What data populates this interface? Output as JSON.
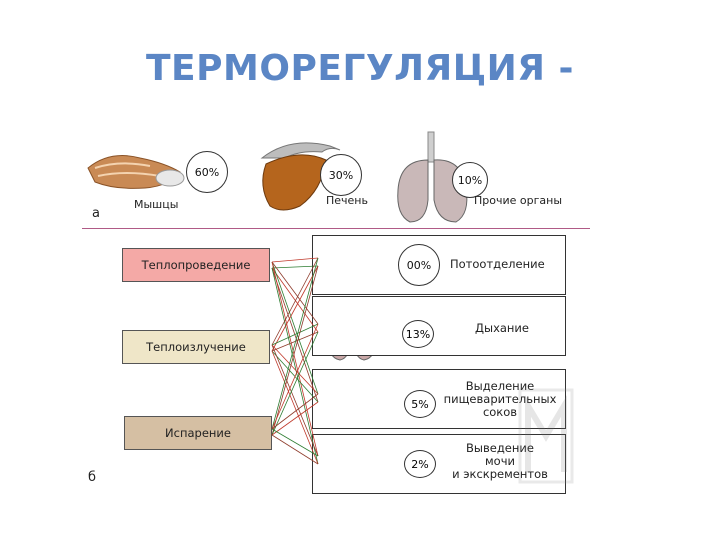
{
  "title": "ТЕРМОРЕГУЛЯЦИЯ -",
  "panel_a": {
    "letter": "а",
    "items": [
      {
        "label": "Мышцы",
        "percent": "60%"
      },
      {
        "label": "Печень",
        "percent": "30%"
      },
      {
        "label": "Прочие органы",
        "percent": "10%"
      }
    ]
  },
  "panel_b": {
    "letter": "б",
    "sources": [
      {
        "label": "Теплопроведение",
        "color": "#f4a9a6"
      },
      {
        "label": "Теплоизлучение",
        "color": "#efe6c8"
      },
      {
        "label": "Испарение",
        "color": "#d5bfa3"
      }
    ],
    "targets": [
      {
        "label": "Потоотделение",
        "percent": "00%"
      },
      {
        "label": "Дыхание",
        "percent": "13%"
      },
      {
        "label": "Выделение\nпищеварительных\nсоков",
        "percent": "5%"
      },
      {
        "label": "Выведение\nмочи\nи экскрементов",
        "percent": "2%"
      }
    ]
  },
  "colors": {
    "title": "#5b86c5",
    "divider": "#b05a86",
    "lines": [
      "#c0392b",
      "#2e7d32",
      "#8e3b2b"
    ]
  }
}
